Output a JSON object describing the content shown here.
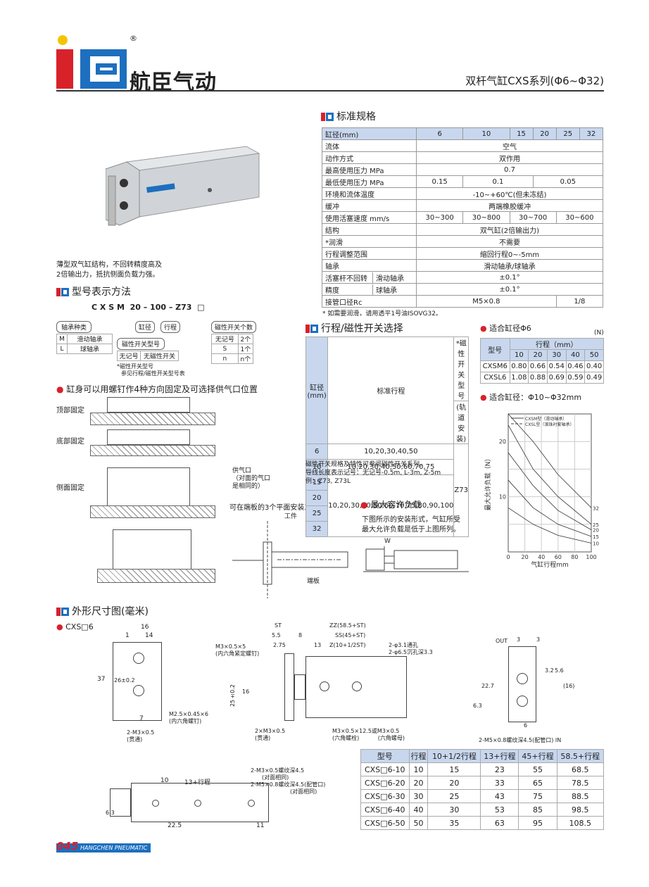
{
  "header": {
    "brand": "航臣气动",
    "registered": "®",
    "series_title": "双杆气缸CXS系列(Φ6~Φ32)"
  },
  "colors": {
    "brand_red": "#d8222a",
    "brand_blue": "#1d6fbf",
    "table_header": "#c8d7ee"
  },
  "description": [
    "薄型双气缸结构，不回转精度高及",
    "2倍输出力，抵抗侧面负载力强。"
  ],
  "spec": {
    "title": "标准规格",
    "bore_label": "缸径(mm)",
    "bores": [
      "6",
      "10",
      "15",
      "20",
      "25",
      "32"
    ],
    "rows": [
      {
        "label": "流体",
        "cells": [
          "空气"
        ],
        "spans": [
          6
        ]
      },
      {
        "label": "动作方式",
        "cells": [
          "双作用"
        ],
        "spans": [
          6
        ]
      },
      {
        "label": "最高使用压力 MPa",
        "cells": [
          "0.7"
        ],
        "spans": [
          6
        ]
      },
      {
        "label": "最低使用压力 MPa",
        "cells": [
          "0.15",
          "0.1",
          "0.05"
        ],
        "spans": [
          1,
          2,
          3
        ]
      },
      {
        "label": "环境和流体温度",
        "cells": [
          "-10~+60℃(但未冻结)"
        ],
        "spans": [
          6
        ]
      },
      {
        "label": "缓冲",
        "cells": [
          "两端橡胶缓冲"
        ],
        "spans": [
          6
        ]
      },
      {
        "label": "使用活塞速度 mm/s",
        "cells": [
          "30~300",
          "30~800",
          "30~700",
          "30~600"
        ],
        "spans": [
          1,
          1,
          2,
          2
        ]
      },
      {
        "label": "结构",
        "cells": [
          "双气缸(2倍输出力)"
        ],
        "spans": [
          6
        ]
      },
      {
        "label": "*润滑",
        "cells": [
          "不需要"
        ],
        "spans": [
          6
        ]
      },
      {
        "label": "行程调整范围",
        "cells": [
          "缩回行程0~-5mm"
        ],
        "spans": [
          6
        ]
      },
      {
        "label": "轴承",
        "cells": [
          "滑动轴承/球轴承"
        ],
        "spans": [
          6
        ]
      },
      {
        "label": "活塞杆不回转",
        "sub": "滑动轴承",
        "cells": [
          "±0.1°"
        ],
        "spans": [
          6
        ]
      },
      {
        "label": "精度",
        "sub": "球轴承",
        "cells": [
          "±0.1°"
        ],
        "spans": [
          6
        ]
      },
      {
        "label": "接管口径Rc",
        "cells": [
          "M5×0.8",
          "1/8"
        ],
        "spans": [
          4,
          2
        ]
      }
    ],
    "note": "* 如需要润滑，请用透平1号油ISOVG32。"
  },
  "model": {
    "title": "型号表示方法",
    "code": "C X S M  20 – 100 – Z73  □",
    "labels": {
      "bearing": "轴承种类",
      "bore": "缸径",
      "stroke": "行程",
      "switch_count": "磁性开关个数",
      "switch_type": "磁性开关型号"
    },
    "bearing_opts": [
      [
        "M",
        "滑动轴承"
      ],
      [
        "L",
        "球轴承"
      ]
    ],
    "switch_opts": [
      [
        "无记号",
        "无磁性开关"
      ]
    ],
    "count_opts": [
      [
        "无记号",
        "2个"
      ],
      [
        "S",
        "1个"
      ],
      [
        "n",
        "n个"
      ]
    ],
    "notes": [
      "*磁性开关型号",
      "参见行程/磁性开关型号表"
    ]
  },
  "mount": {
    "title": "缸身可以用螺钉作4种方向固定及可选择供气口位置",
    "labels": [
      "顶部固定",
      "底部固定",
      "侧面固定"
    ],
    "air": [
      "供气口",
      "（对面的气口",
      "是相同的）"
    ],
    "plate_title": "可在端板的3个平面安装工件",
    "work": "工件",
    "plate": "端板"
  },
  "stroke_table": {
    "title": "行程/磁性开关选择",
    "headers": [
      "缸径(mm)",
      "标准行程",
      "*磁性开关型号",
      "(轨道安装)"
    ],
    "rows": [
      {
        "bore": "6",
        "stroke": "10,20,30,40,50"
      },
      {
        "bore": "10",
        "stroke": "10,20,30,40,50,60,70,75"
      },
      {
        "bore": "15",
        "stroke": ""
      },
      {
        "bore": "20",
        "stroke": "10,20,30,40,50,60,70,75,80,90,100"
      },
      {
        "bore": "25",
        "stroke": ""
      },
      {
        "bore": "32",
        "stroke": ""
      }
    ],
    "switch": "Z73",
    "notes": [
      "磁性开关规格及特性可参阅磁性开关系列。",
      "导线长度表示记号：无记号-0.5m, L-3m, Z-5m",
      "例：Z73, Z73L"
    ]
  },
  "load_table": {
    "title": "适合缸径Φ6",
    "unit": "(N)",
    "model_label": "型号",
    "stroke_label": "行程（mm）",
    "strokes": [
      "10",
      "20",
      "30",
      "40",
      "50"
    ],
    "rows": [
      {
        "model": "CXSM6",
        "values": [
          "0.80",
          "0.66",
          "0.54",
          "0.46",
          "0.40"
        ]
      },
      {
        "model": "CXSL6",
        "values": [
          "1.08",
          "0.88",
          "0.69",
          "0.59",
          "0.49"
        ]
      }
    ]
  },
  "chart_data": {
    "type": "line",
    "title": "适合缸径：Φ10~Φ32mm",
    "xlabel": "气缸行程mm",
    "ylabel": "最大允许负载（N）",
    "xlim": [
      0,
      100
    ],
    "ylim": [
      0,
      25
    ],
    "x_ticks": [
      "0",
      "20",
      "40",
      "60",
      "80",
      "100"
    ],
    "y_ticks": [
      "10",
      "20"
    ],
    "legend": [
      "CXSM型（滑动轴承）",
      "CXSL型（滚珠衬套轴承）"
    ],
    "series": [
      {
        "name": "32",
        "values": [
          [
            0,
            28
          ],
          [
            30,
            20
          ],
          [
            60,
            14
          ],
          [
            100,
            8
          ]
        ]
      },
      {
        "name": "25",
        "values": [
          [
            0,
            23
          ],
          [
            30,
            15
          ],
          [
            60,
            10
          ],
          [
            100,
            5
          ]
        ]
      },
      {
        "name": "20",
        "values": [
          [
            0,
            18
          ],
          [
            30,
            12
          ],
          [
            60,
            7.5
          ],
          [
            100,
            4
          ]
        ]
      },
      {
        "name": "15",
        "values": [
          [
            0,
            13
          ],
          [
            30,
            8
          ],
          [
            60,
            5
          ],
          [
            100,
            2.8
          ]
        ]
      },
      {
        "name": "10",
        "values": [
          [
            0,
            8
          ],
          [
            30,
            5
          ],
          [
            60,
            3
          ],
          [
            100,
            1.6
          ]
        ]
      }
    ],
    "grid": true
  },
  "max_load": {
    "title": "最大容许负载",
    "text": [
      "下图所示的安装形式，气缸所受",
      "最大允许负载是低于上图所列。"
    ],
    "w": "W"
  },
  "dims": {
    "title": "外形尺寸图(毫米)",
    "subtitle": "CXS□6",
    "headers": [
      "型号",
      "行程",
      "10+1/2行程",
      "13+行程",
      "45+行程",
      "58.5+行程"
    ],
    "rows": [
      [
        "CXS□6-10",
        "10",
        "15",
        "23",
        "55",
        "68.5"
      ],
      [
        "CXS□6-20",
        "20",
        "20",
        "33",
        "65",
        "78.5"
      ],
      [
        "CXS□6-30",
        "30",
        "25",
        "43",
        "75",
        "88.5"
      ],
      [
        "CXS□6-40",
        "40",
        "30",
        "53",
        "85",
        "98.5"
      ],
      [
        "CXS□6-50",
        "50",
        "35",
        "63",
        "95",
        "108.5"
      ]
    ],
    "labels": {
      "st": "ST",
      "zz": "ZZ(58.5+ST)",
      "ss": "SS(45+ST)",
      "z": "Z(10+1/2ST)",
      "hole1": "2-φ3.1通孔",
      "hole2": "2-φ6.5沉孔深3.3",
      "m3": "M3×0.5×5",
      "m3b": "(内六角紧定螺钉)",
      "m25": "M2.5×0.45×6",
      "m25b": "(内六角螺钉)",
      "m3c": "2-M3×0.5",
      "m3cb": "(贯通)",
      "m3d": "2×M3×0.5",
      "m3db": "(贯通)",
      "m3e": "M3×0.5×12.5或M3×0.5",
      "m3eb": "(六角螺栓)",
      "m3ec": "(六角螺母)",
      "out": "OUT",
      "in": "2-M5×0.8螺纹深4.5(配管口) IN",
      "bot1": "2-M3×0.5螺纹深4.5",
      "bot1b": "(对面相同)",
      "bot2": "2-M5×0.8螺纹深4.5(配管口)",
      "bot2b": "(对面相同)",
      "d10": "10",
      "d13": "13+行程",
      "d225": "22.5",
      "d11": "11",
      "d16": "16",
      "d14": "14",
      "d1": "1",
      "d37": "37",
      "d26": "26±0.2",
      "d7": "7",
      "d55": "5.5",
      "d8": "8",
      "d275": "2.75",
      "d13b": "13",
      "d253": "25±0.2",
      "d16b": "16",
      "d3": "3",
      "d32": "3.2",
      "d56": "5.6",
      "d16c": "(16)",
      "d227": "22.7",
      "d63": "6.3",
      "d6": "6",
      "d63b": "6.3",
      "d3b": "3"
    }
  },
  "footer": {
    "page": "045",
    "brand": "HANGCHEN PNEUMATIC"
  }
}
